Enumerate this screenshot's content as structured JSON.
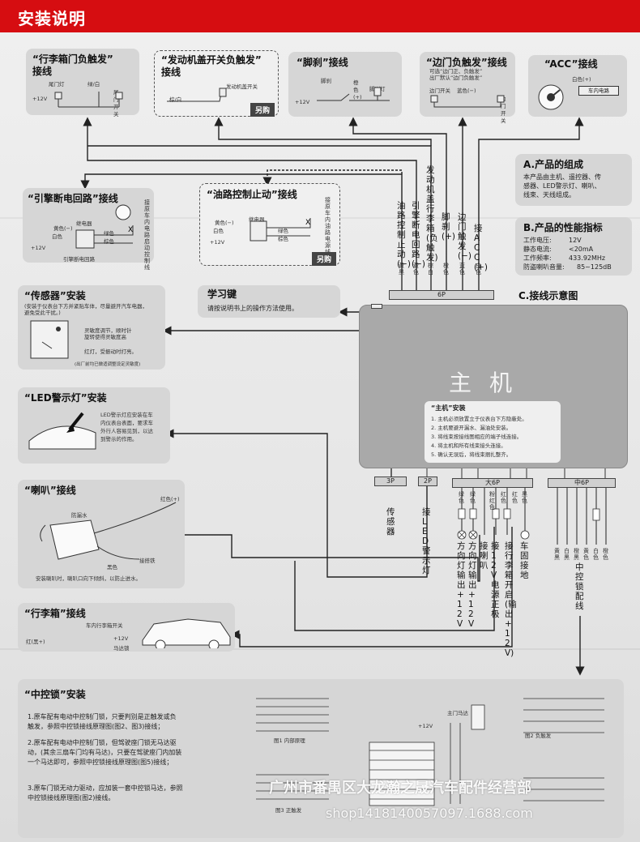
{
  "header": {
    "title": "安装说明"
  },
  "sections": {
    "trunk": {
      "title": "“行李箱门负触发”\n接线",
      "lamp": "尾门灯",
      "color": "绿/白",
      "v12": "+12V",
      "switch": "尾门开关"
    },
    "hood": {
      "title": "“发动机盖开关负触发”\n接线",
      "switch": "发动机盖开关",
      "color": "棕/白",
      "buy": "另购"
    },
    "brake": {
      "title": "“脚刹”接线",
      "brake": "脚刹",
      "lamp": "脚刹灯",
      "color": "橙色(+)",
      "v12": "+12V"
    },
    "door": {
      "title": "“边门负触发”接线",
      "desc1": "可选“边门正、负触发”",
      "desc2": "出厂默认“边门负触发”",
      "switch1": "边门开关",
      "color": "蓝色(−)",
      "switch2": "边门开关"
    },
    "acc": {
      "title": "“ACC”接线",
      "color": "白色(+)",
      "circuit": "车内电路"
    },
    "engine": {
      "title": "“引擎断电回路”接线",
      "yellow": "黄色(−)",
      "white": "白色",
      "relay": "继电器",
      "v12": "+12V",
      "green": "绿色",
      "brown": "棕色",
      "note": "引擎断电回路",
      "side": "接原车内电路启动控制线"
    },
    "oil": {
      "title": "“油路控制止动”接线",
      "yellow": "黄色(−)",
      "white": "白色",
      "relay": "继电器",
      "v12": "+12V",
      "green": "绿色",
      "brown": "棕色",
      "side": "接原车内油路电源线",
      "buy": "另购"
    },
    "sensor": {
      "title": "“传感器”安装",
      "desc1": "(安装于仪表台下方并紧贴车体，尽量避开汽车电器，",
      "desc2": "避免受此干扰。)",
      "adj": "灵敏度调节，顺时针",
      "adj2": "旋转使得灵敏度高",
      "led": "红灯，受振动时打亮。",
      "foot": "(出厂前均已做适调整设定灵敏度)"
    },
    "learn": {
      "title": "学习键",
      "desc": "请按说明书上的操作方法使用。"
    },
    "led": {
      "title": "“LED警示灯”安装",
      "desc": [
        "LED警示灯应安装在车",
        "内仪表台表面，要求车",
        "外行人容易见到，以达",
        "到警示的作用。"
      ]
    },
    "horn": {
      "title": "“喇叭”接线",
      "red": "红色(+)",
      "water": "防漏水",
      "black": "黑色",
      "ground": "接搭铁",
      "foot": "安装喇叭时，喇叭口向下倾斜，以防止进水。"
    },
    "trunk2": {
      "title": "“行李箱”接线",
      "switch": "车内行李箱开关",
      "red": "红(黑+)",
      "v12": "+12V",
      "motor": "马达锁"
    },
    "lock": {
      "title": "“中控锁”安装",
      "p1": [
        "1.原车配有电动中控制门锁，只要判别是正触发或负",
        "触发，参照中控锁接线原理图(图2、图3)接线；"
      ],
      "p2": [
        "2.原车配有电动中控制门锁，但驾驶座门锁无马达驱",
        "动，(其余三扇车门均有马达)，只要在驾驶座门内加装",
        "一个马达即可，参照中控锁接线原理图(图5)接线；"
      ],
      "p3": [
        "3.原车门锁无动力驱动，应加装一套中控锁马达，参照",
        "中控锁接线原理图(图2)接线。"
      ],
      "fig1": "图1 内部原理",
      "fig2": "图2 负触发",
      "fig3": "图3 正触发",
      "motor": "主门马达",
      "v12": "+12V"
    }
  },
  "product": {
    "a_title": "A.产品的组成",
    "a_text": [
      "本产品由主机、遥控器、传",
      "感器、LED警示灯、喇叭、",
      "线束、天线组成。"
    ],
    "b_title": "B.产品的性能指标",
    "b_rows": [
      {
        "k": "工作电压:",
        "v": "12V"
      },
      {
        "k": "静态电流:",
        "v": "<20mA"
      },
      {
        "k": "工作频率:",
        "v": "433.92MHz"
      },
      {
        "k": "防盗喇叭音量:",
        "v": "85~125dB"
      }
    ],
    "c_title": "C.接线示意图"
  },
  "host": {
    "name": "主机",
    "note_title": "“主机”安装",
    "notes": [
      "1. 主机必须放置立于仪表台下方隐蔽处。",
      "2. 主机要避开漏水、漏油处安装。",
      "3. 将线束按接线图相应的端子线连接。",
      "4. 将主机和所有线束接头连接。",
      "5. 确认无误后，将线束捆扎整齐。"
    ]
  },
  "connectors": {
    "top6p": "6P",
    "p3": "3P",
    "p2": "2P",
    "big6p": "大6P",
    "mid6p": "中6P"
  },
  "top_wires": [
    {
      "label": "油路控制止动(−)",
      "color": "黄黑"
    },
    {
      "label": "引擎断电回路(−)",
      "color": "黄色"
    },
    {
      "label": "发动机盖行李箱(负触发)",
      "color": "棕白"
    },
    {
      "label": "脚刹(+)",
      "color": "橙色"
    },
    {
      "label": "边门触发(−)",
      "color": "蓝色"
    },
    {
      "label": "接ACC(+)",
      "color": "白色"
    }
  ],
  "bottom_labels": {
    "sensor": "传感器",
    "led": "接LED警示灯",
    "dir1": "方向灯输出+12V",
    "dir2": "方向灯输出+12V",
    "horn": "接喇叭",
    "power": "接12V电源正极",
    "trunk": "接行李箱开启(输出+12V)",
    "gnd": "车固接地",
    "lock": "中控锁配线"
  },
  "big6p_colors": [
    "绿色",
    "绿色",
    "粉红色",
    "红色",
    "红色",
    "黑色"
  ],
  "mid6p_colors": [
    "黄黑",
    "白黑",
    "橙黑",
    "黄色",
    "白色",
    "橙色"
  ],
  "watermark": {
    "line1": "广州市番禺区大龙瀚之晟汽车配件经营部",
    "line2": "shop1418140057097.1688.com"
  },
  "colors": {
    "header": "#d60d11",
    "panel": "#d6d6d6",
    "host": "#a9a9a9"
  }
}
